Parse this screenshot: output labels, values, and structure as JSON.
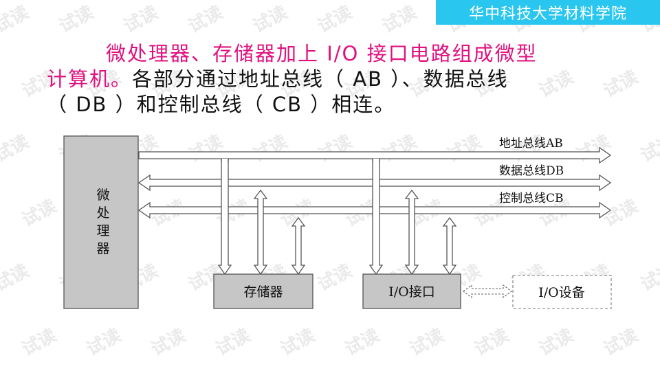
{
  "badge": {
    "text": "华中科技大学材料学院",
    "color": "#29c6ef"
  },
  "watermark": {
    "text": "试读"
  },
  "intro": {
    "line1_pink": "微处理器、存储器加上 I/O 接口电路组成微型",
    "line2_pink": "计算机。",
    "line2_rest": "各部分通过地址总线（ AB ）、数据总线",
    "line3": "（ DB ）和控制总线（ CB ）相连。",
    "highlight_color": "#e0117f"
  },
  "diagram": {
    "cpu": {
      "chars": [
        "微",
        "处",
        "理",
        "器"
      ]
    },
    "memory": {
      "label": "存储器"
    },
    "io_interface": {
      "label": "I/O接口"
    },
    "io_device": {
      "label": "I/O设备"
    },
    "buses": [
      {
        "label": "地址总线AB",
        "direction": "one-way"
      },
      {
        "label": "数据总线DB",
        "direction": "two-way"
      },
      {
        "label": "控制总线CB",
        "direction": "two-way"
      }
    ]
  }
}
